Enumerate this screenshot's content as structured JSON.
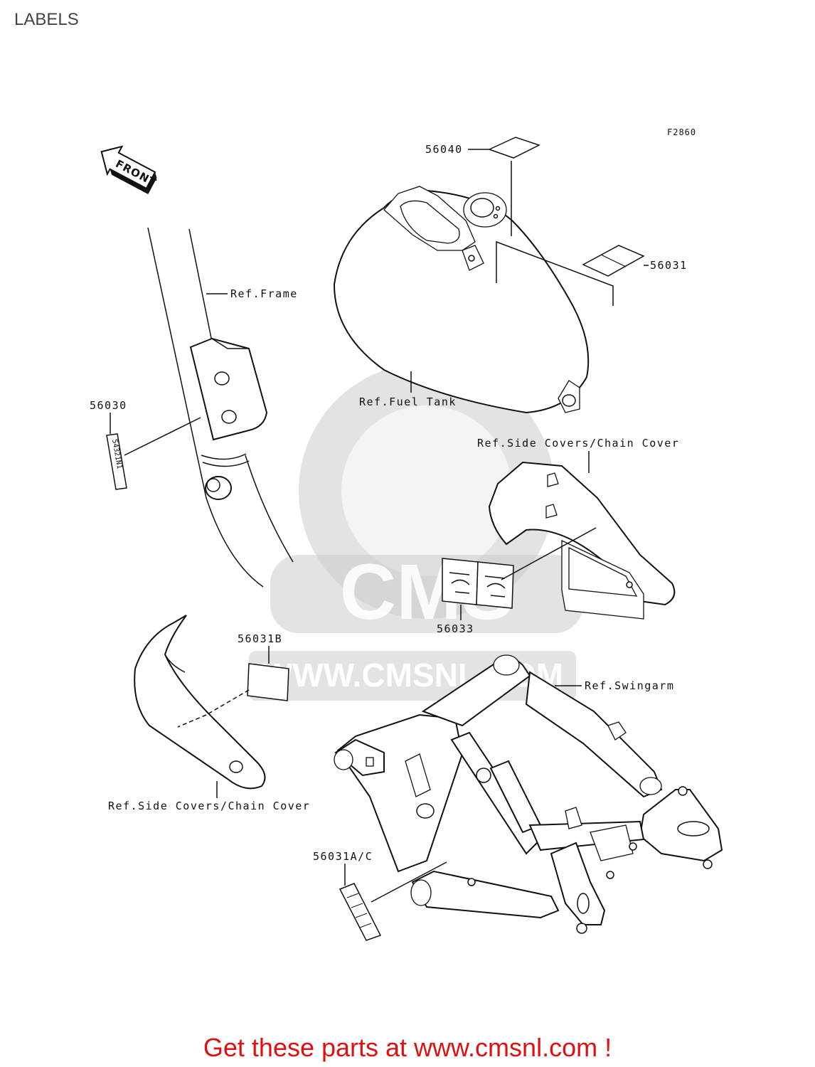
{
  "page": {
    "title": "LABELS",
    "footer_link": "Get these parts at www.cmsnl.com !"
  },
  "diagram": {
    "figure_code": "F2860",
    "front_arrow_text": "FRONT",
    "parts": {
      "p56040": "56040",
      "p56031": "56031",
      "p56030": "56030",
      "p56030_label_text": "54321N1",
      "p56033": "56033",
      "p56031B": "56031B",
      "p56031AC": "56031A/C"
    },
    "refs": {
      "frame": "Ref.Frame",
      "fuel_tank": "Ref.Fuel Tank",
      "side_covers_right": "Ref.Side Covers/Chain Cover",
      "swingarm": "Ref.Swingarm",
      "side_covers_left": "Ref.Side Covers/Chain Cover"
    },
    "watermark": {
      "brand": "CMS",
      "url": "WWW.CMSNL.COM"
    }
  },
  "colors": {
    "footer": "#dd1111",
    "title": "#444444",
    "lines": "#111111",
    "watermark": "#cccccc"
  }
}
